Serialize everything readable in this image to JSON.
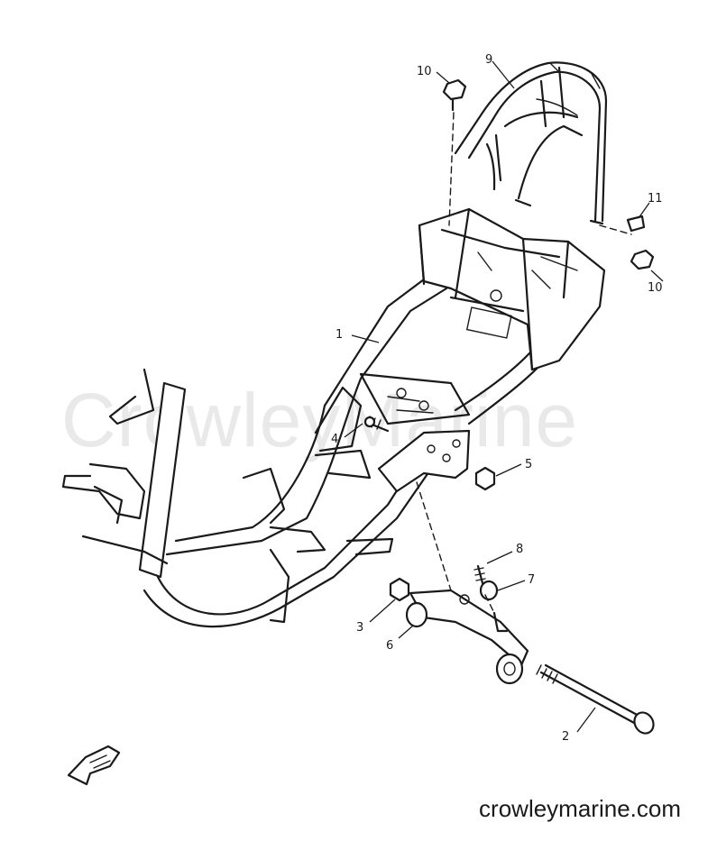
{
  "watermark": "CrowleyMarine",
  "site_url": "crowleymarine.com",
  "callouts": {
    "c1": "1",
    "c2": "2",
    "c3": "3",
    "c4": "4",
    "c5": "5",
    "c6": "6",
    "c7": "7",
    "c8": "8",
    "c9": "9",
    "c10a": "10",
    "c10b": "10",
    "c11": "11"
  }
}
